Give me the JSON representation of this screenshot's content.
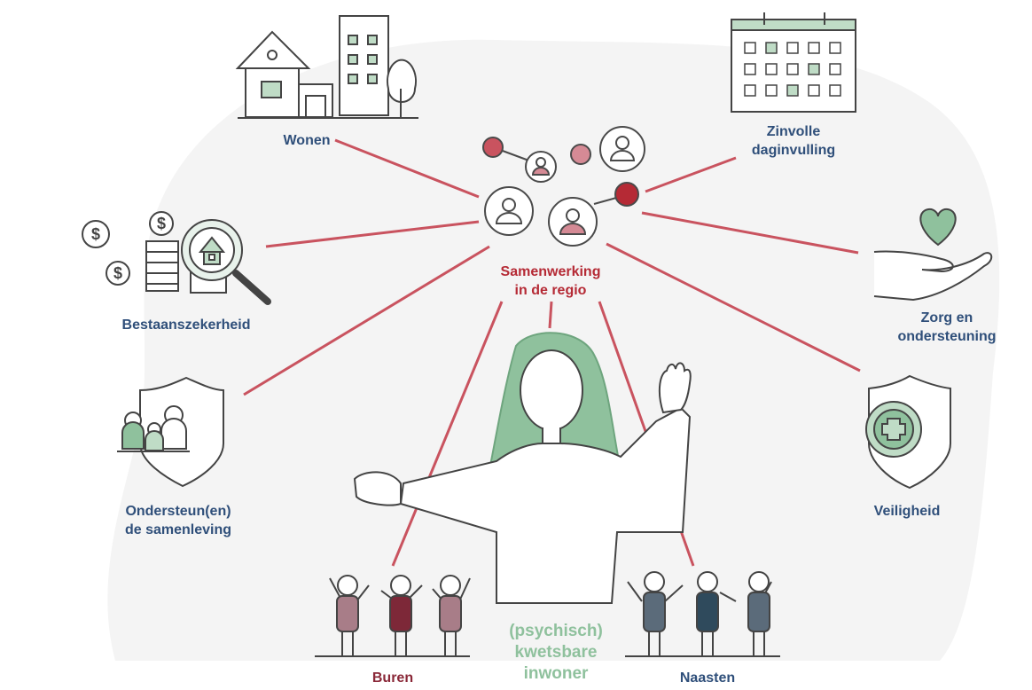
{
  "labels": {
    "center": "Samenwerking\nin de regio",
    "wonen": "Wonen",
    "daginvulling": "Zinvolle\ndaginvulling",
    "bestaanszekerheid": "Bestaanszekerheid",
    "zorg": "Zorg en\nondersteuning",
    "samenleving": "Ondersteun(en)\nde samenleving",
    "veiligheid": "Veiligheid",
    "buren": "Buren",
    "inwoner": "(psychisch)\nkwetsbare\ninwoner",
    "naasten": "Naasten"
  },
  "icons": {
    "money": "$"
  },
  "colors": {
    "line": "#c9535f",
    "accent_red": "#b52a35",
    "label_blue": "#2f4f7a",
    "green": "#8fc19d",
    "green_fill": "#bfdcc6",
    "person_blush": "#d58a95",
    "buren_a": "#a87d88",
    "buren_b": "#7d2838",
    "naasten_a": "#5b6b7a",
    "naasten_b": "#2f4a5c"
  }
}
